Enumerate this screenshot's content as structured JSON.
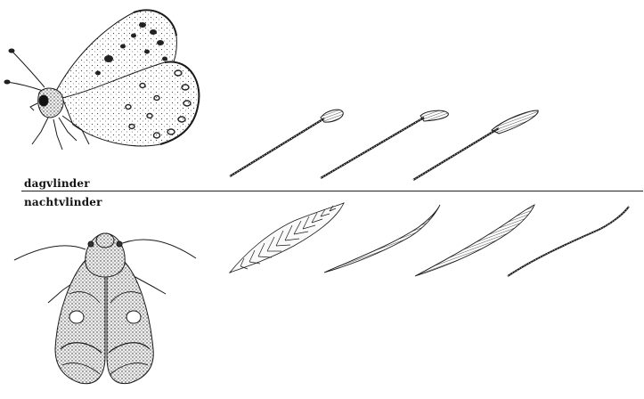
{
  "labels": {
    "top": "dagvlinder",
    "bottom": "nachtvlinder"
  },
  "figures": {
    "butterfly": "butterfly-illustration",
    "moth": "moth-illustration"
  },
  "antennae": {
    "butterfly_types": [
      "clubbed-antenna",
      "clubbed-antenna",
      "clubbed-antenna"
    ],
    "moth_types": [
      "feathered-antenna",
      "tapered-antenna",
      "thickened-antenna",
      "filiform-antenna"
    ]
  },
  "colors": {
    "ink": "#1a1a1a",
    "paper": "#ffffff"
  }
}
